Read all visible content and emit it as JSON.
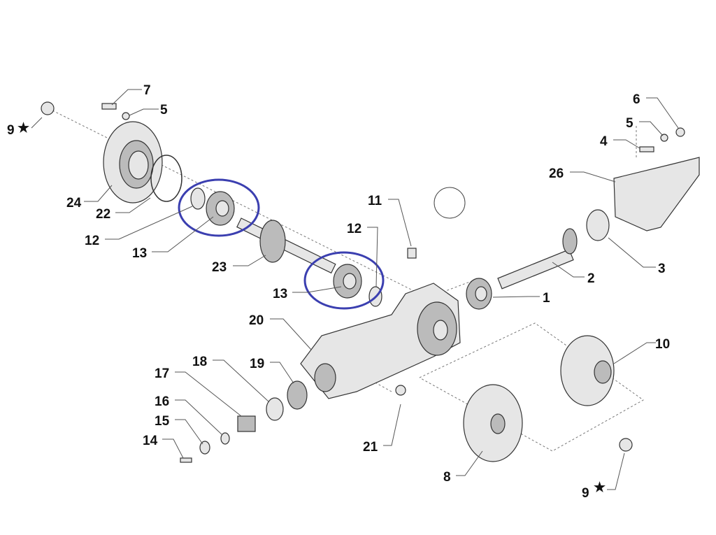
{
  "diagram": {
    "highlight_color": "#3b3fb0",
    "labels": {
      "p1": "1",
      "p2": "2",
      "p3": "3",
      "p4": "4",
      "p5a": "5",
      "p5b": "5",
      "p6": "6",
      "p7": "7",
      "p8": "8",
      "p9a": "9",
      "p9b": "9",
      "star": "★",
      "p10": "10",
      "p11": "11",
      "p12a": "12",
      "p12b": "12",
      "p13a": "13",
      "p13b": "13",
      "p14": "14",
      "p15": "15",
      "p16": "16",
      "p17": "17",
      "p18": "18",
      "p19": "19",
      "p20": "20",
      "p21": "21",
      "p22": "22",
      "p23": "23",
      "p24": "24",
      "p26": "26"
    }
  }
}
